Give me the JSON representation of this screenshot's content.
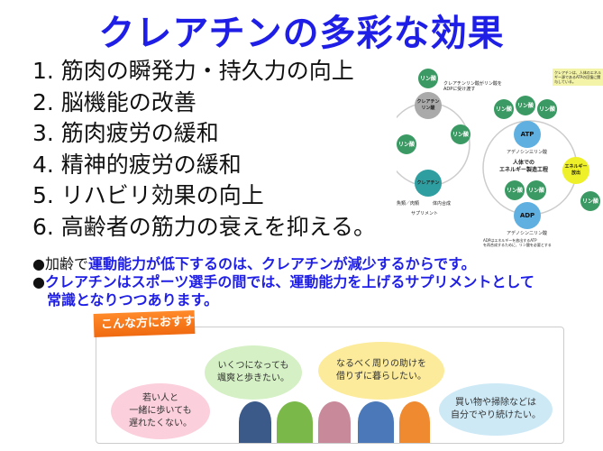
{
  "title": "クレアチンの多彩な効果",
  "effects": [
    "1. 筋肉の瞬発力・持久力の向上",
    "2. 脳機能の改善",
    "3. 筋肉疲労の緩和",
    "4. 精神的疲労の緩和",
    "5. リハビリ効果の向上",
    "6. 高齢者の筋力の衰えを抑える。"
  ],
  "diagram": {
    "phosphate": "リン酸",
    "creatine_phosphate": "クレアチン\nリン酸",
    "creatine": "クレアチン",
    "transfer_note": "クレアチンリン酸がリン酸を\nADPに受け渡す",
    "atp": "ATP",
    "atp_sub": "アデノシン三リン酸",
    "adp": "ADP",
    "adp_sub": "アデノシン二リン酸",
    "center": "人体での\nエネルギー製造工程",
    "energy": "エネルギー\n放出",
    "note": "クレアチンは、人体のエネルギー源であるATPの回復に関与している。",
    "food": "魚類／肉類",
    "synthesis": "体内合成",
    "supplement": "サプリメント",
    "adp_note": "ADPはエネルギーを放出するATP\nを再合成するために、リン酸を必要とする"
  },
  "bullets": [
    {
      "prefix": "●加齢で",
      "text": "運動能力が低下するのは、クレアチンが減少するからです。"
    },
    {
      "prefix": "●",
      "text": "クレアチンはスポーツ選手の間では、運動能力を上げるサプリメントとして",
      "cont": "常識となりつつあります。"
    }
  ],
  "banner": {
    "tag": "こんな方におすすめします！",
    "bubbles": [
      "若い人と\n一緒に歩いても\n遅れたくない。",
      "いくつになっても\n颯爽と歩きたい。",
      "なるべく周りの助けを\n借りずに暮らしたい。",
      "買い物や掃除などは\n自分でやり続けたい。"
    ]
  }
}
